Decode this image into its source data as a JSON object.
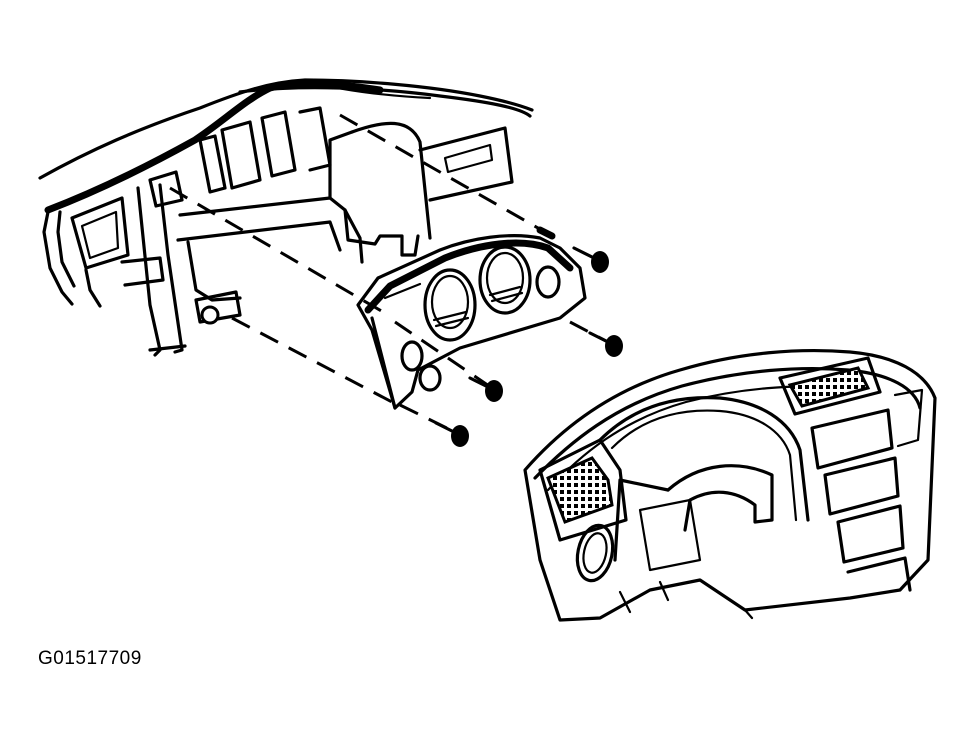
{
  "figure": {
    "id_label": "G01517709",
    "components": [
      "dashboard-carrier",
      "instrument-cluster",
      "cluster-bezel",
      "cluster-screw"
    ]
  }
}
